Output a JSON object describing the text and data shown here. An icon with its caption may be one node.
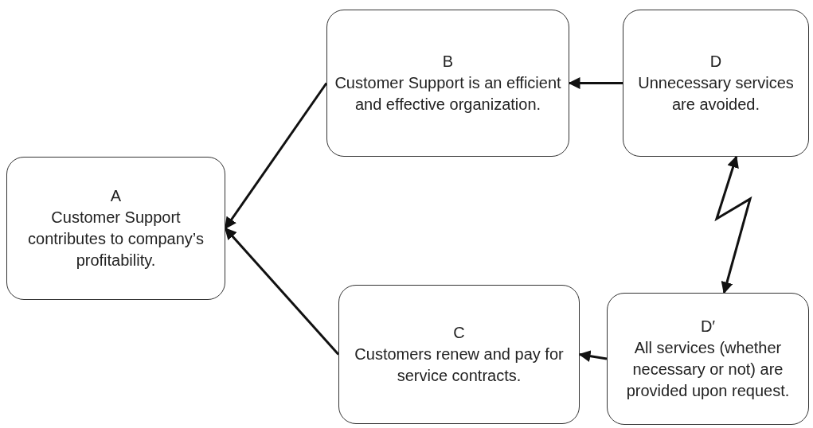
{
  "diagram": {
    "nodes": [
      {
        "text": [
          "A",
          "Customer Support contributes to company’s profitability."
        ]
      },
      {
        "text": [
          "B",
          "Customer Support is an efficient and effective organization."
        ]
      },
      {
        "text": [
          "C",
          "Customers renew and pay for service contracts."
        ]
      },
      {
        "text": [
          "D",
          "Unnecessary services are avoided."
        ]
      },
      {
        "text": [
          "D′",
          "All services (whether necessary or not) are provided upon request."
        ]
      }
    ],
    "edges": [
      {
        "from": 1,
        "to": 0,
        "arrow": "to"
      },
      {
        "from": 2,
        "to": 0,
        "arrow": "to"
      },
      {
        "from": 3,
        "to": 1,
        "arrow": "to"
      },
      {
        "from": 4,
        "to": 2,
        "arrow": "to"
      },
      {
        "from": 3,
        "to": 4,
        "arrow": "both"
      }
    ]
  }
}
